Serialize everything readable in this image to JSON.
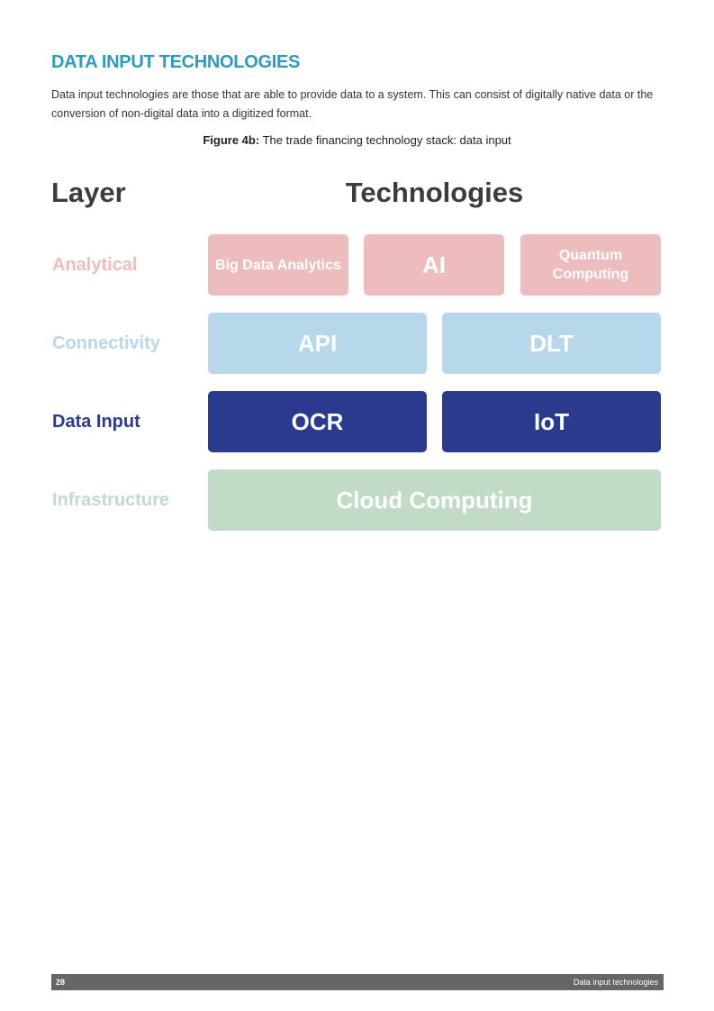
{
  "page": {
    "heading": "DATA INPUT TECHNOLOGIES",
    "intro": "Data input technologies are those that are able to provide data to a system. This can consist of digitally native data or the conversion of non-digital data into a digitized format.",
    "figure_label": "Figure 4b:",
    "figure_caption": "The trade financing technology stack: data input"
  },
  "diagram": {
    "col_layer": "Layer",
    "col_technologies": "Technologies",
    "layers": [
      {
        "label": "Analytical",
        "color": "#edbdbd",
        "text_color": "#edbdbd",
        "items": [
          "Big Data Analytics",
          "AI",
          "Quantum Computing"
        ],
        "highlighted": false
      },
      {
        "label": "Connectivity",
        "color": "#b7d7eb",
        "text_color": "#b7d7eb",
        "items": [
          "API",
          "DLT"
        ],
        "highlighted": false
      },
      {
        "label": "Data Input",
        "color": "#2a3b8f",
        "text_color": "#2a3b8f",
        "items": [
          "OCR",
          "IoT"
        ],
        "highlighted": true
      },
      {
        "label": "Infrastructure",
        "color": "#c1dbc6",
        "text_color": "#c1dbc6",
        "items": [
          "Cloud Computing"
        ],
        "highlighted": false
      }
    ]
  },
  "footer": {
    "page_number": "28",
    "section": "Data input technologies"
  }
}
